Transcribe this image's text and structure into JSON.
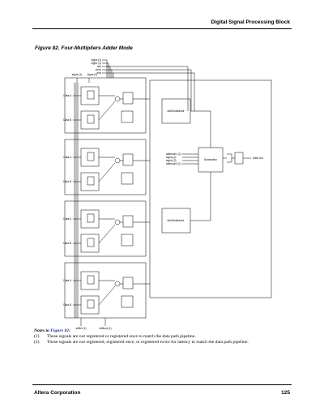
{
  "header": {
    "title": "Digital Signal Processing Block"
  },
  "figure": {
    "title": "Figure 82. Four-Multipliers Adder Mode",
    "top_signals": [
      "signa (1)",
      "signb (1)",
      "aclr",
      "clock",
      "ena"
    ],
    "input_signals": [
      "signa (1)",
      "signb (2)"
    ],
    "blocks": [
      {
        "data_a": "Data A",
        "data_b": "Data B"
      },
      {
        "data_a": "Data A",
        "data_b": "Data B"
      },
      {
        "data_a": "Data A",
        "data_b": "Data B"
      },
      {
        "data_a": "Data A",
        "data_b": "Data B"
      }
    ],
    "mux_inputs": [
      "addnsub1 (1)",
      "signa (2)",
      "signb (2)",
      "addnsub3 (1)"
    ],
    "bottom_signals": [
      "shiftin (1)",
      "shiftout (1)"
    ],
    "add_sub_label": "Add/Subtractor",
    "sum_label": "Summation",
    "data_out_label": "Data Out"
  },
  "notes": {
    "title": "Notes to ",
    "title_link": "Figure 82",
    "title_end": ":",
    "items": [
      {
        "num": "(1)",
        "text": "These signals are not registered or registered once to match the data path pipeline."
      },
      {
        "num": "(2)",
        "text": "These signals are not registered, registered once, or registered twice for latency to match the data path pipeline."
      }
    ]
  },
  "footer": {
    "left": "Altera Corporation",
    "right": "125"
  }
}
